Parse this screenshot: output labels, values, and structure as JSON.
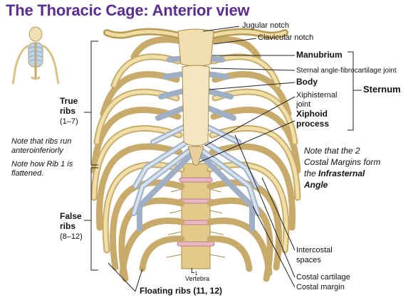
{
  "title": "The Thoracic Cage: Anterior view",
  "labels": {
    "jugular_notch": "Jugular notch",
    "clavicular_notch": "Clavicular notch",
    "manubrium": "Manubrium",
    "sternal_angle": "Sternal angle-fibrocartilage joint",
    "body": "Body",
    "xiphisternal_1": "Xiphisternal",
    "xiphisternal_2": "joint",
    "xiphoid_1": "Xiphoid",
    "xiphoid_2": "process",
    "sternum": "Sternum",
    "true_ribs_1": "True",
    "true_ribs_2": "ribs",
    "true_ribs_3": "(1–7)",
    "false_ribs_1": "False",
    "false_ribs_2": "ribs",
    "false_ribs_3": "(8–12)",
    "intercostal_1": "Intercostal",
    "intercostal_2": "spaces",
    "costal_cartilage": "Costal cartilage",
    "costal_margin": "Costal margin",
    "floating_ribs": "Floating ribs (11, 12)",
    "vertebra_num": "L",
    "vertebra_sub": "1",
    "vertebra_name": "Vertebra"
  },
  "notes": {
    "ribs_run_1": "Note that ribs run",
    "ribs_run_2": "anteroinferiorly",
    "rib1_1": "Note how Rib 1 is",
    "rib1_2": "flattened.",
    "costal_1": "Note that the 2",
    "costal_2": "Costal Margins form",
    "costal_3": "the ",
    "costal_3b": "Infrasternal",
    "costal_4": "Angle"
  },
  "colors": {
    "title": "#5b2d8e",
    "bone": "#ead59a",
    "bone_dark": "#b99a55",
    "cartilage": "#c9d6e6",
    "cartilage_dark": "#8fa2bb",
    "sternum": "#f1e3bb",
    "line": "#222222"
  },
  "icons": [
    "skeleton-thumbnail-icon"
  ]
}
